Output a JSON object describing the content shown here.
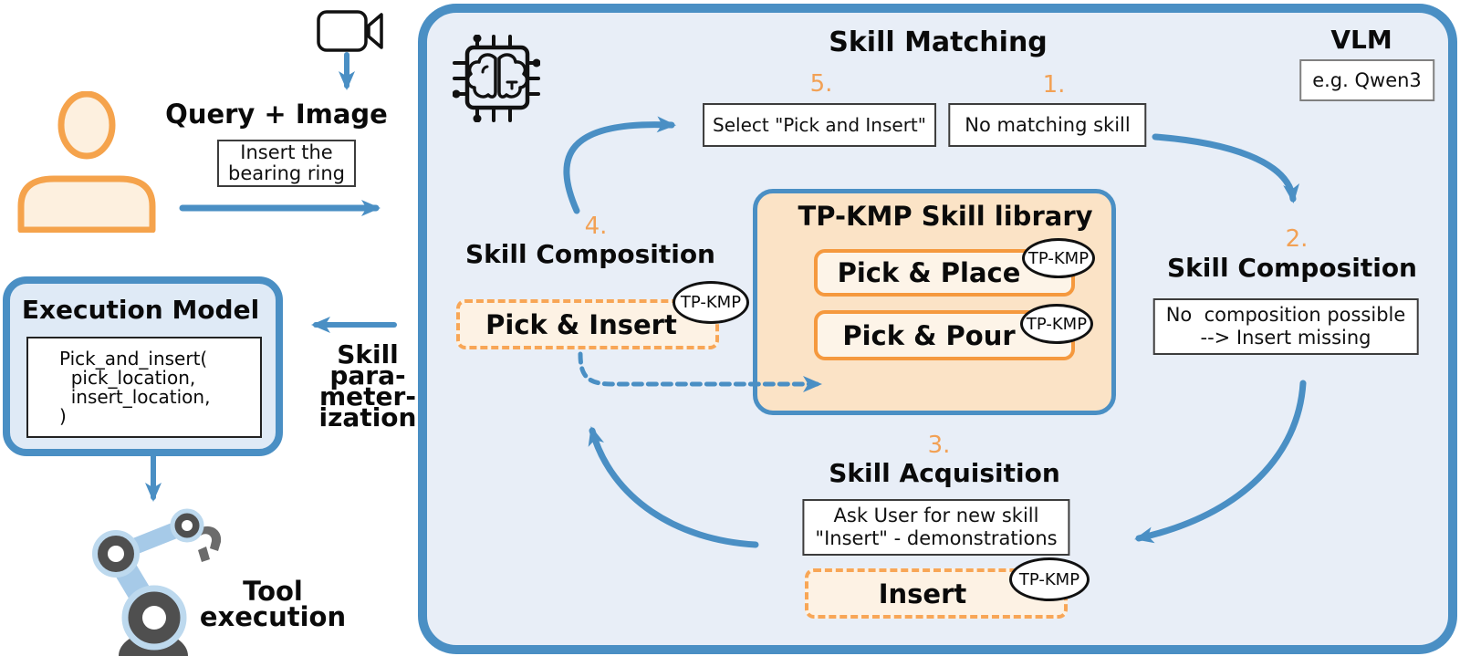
{
  "colors": {
    "blue": "#4a8fc4",
    "panel_blue_fill": "#dfeaf6",
    "big_box_fill": "#e8eef7",
    "orange_solid_border": "#f5993e",
    "orange_dashed_border": "#f8a656",
    "orange_number": "#f2a155",
    "orange_person": "#f5a34c",
    "library_fill": "#fbe3c6",
    "skill_fill": "#fdf4e8",
    "dashed_fill": "#fdf2e4",
    "text": "#0a0a0a"
  },
  "left": {
    "query_title": "Query + Image",
    "query_lines": [
      "Insert the",
      "bearing ring"
    ],
    "execution_model": {
      "title": "Execution Model",
      "code_lines": [
        "Pick_and_insert(",
        "  pick_location,",
        "  insert_location,",
        ")"
      ]
    },
    "skill_param_lines": [
      "Skill",
      "para-",
      "meter-",
      "ization"
    ],
    "tool_execution_lines": [
      "Tool",
      "execution"
    ]
  },
  "flow": {
    "title": "Skill Matching",
    "vlm": {
      "label": "VLM",
      "example": "e.g. Qwen3"
    },
    "library": {
      "title": "TP-KMP Skill library",
      "skills": [
        {
          "label": "Pick & Place",
          "badge": "TP-KMP"
        },
        {
          "label": "Pick & Pour",
          "badge": "TP-KMP"
        }
      ]
    },
    "steps": {
      "s1": {
        "num": "1.",
        "box": "No matching skill"
      },
      "s2": {
        "num": "2.",
        "title": "Skill Composition",
        "lines": [
          "No  composition possible",
          "--> Insert missing"
        ]
      },
      "s3": {
        "num": "3.",
        "title": "Skill Acquisition",
        "lines": [
          "Ask User for new skill",
          "\"Insert\" - demonstrations"
        ],
        "skill": "Insert",
        "badge": "TP-KMP"
      },
      "s4": {
        "num": "4.",
        "title": "Skill Composition",
        "skill": "Pick & Insert",
        "badge": "TP-KMP"
      },
      "s5": {
        "num": "5.",
        "box": "Select \"Pick and Insert\""
      }
    }
  }
}
